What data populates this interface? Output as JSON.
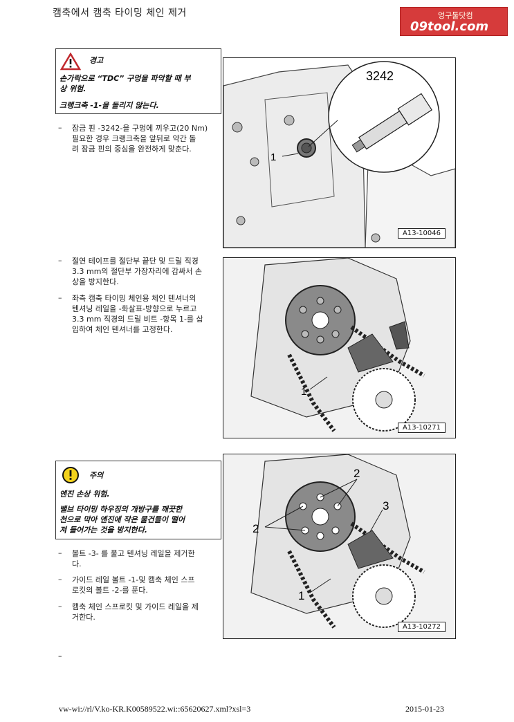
{
  "header": {
    "title": "캠축에서 캠축 타이밍 체인 제거",
    "logo_top": "엉구툴닷컴",
    "logo_main": "09tool.com"
  },
  "warning": {
    "heading": "경고",
    "line1": "손가락으로 “TDC” 구멍을 파악할 때 부",
    "line2": "상 위험.",
    "line3": "크랭크축 -1-을 돌리지 않는다."
  },
  "step1": {
    "line1": "잠금 핀 -3242-을 구멍에 끼우고(20 Nm)",
    "line2": "필요한 경우 크랭크축을 앞뒤로 약간 돌",
    "line3": "려 잠금 핀의 중심을 완전하게 맞춘다."
  },
  "step2": {
    "line1": "절연 테이프를 절단부 끝단 및 드릴 직경",
    "line2": "3.3 mm의 절단부 가장자리에 감싸서 손",
    "line3": "상을 방지한다."
  },
  "step3": {
    "line1": "좌측 캠축 타이밍 체인용 체인 텐셔너의",
    "line2": "텐셔닝 레일을 -화살표-방향으로 누르고",
    "line3": "3.3 mm 직경의 드릴 비트 -항목 1-를 삽",
    "line4": "입하여 체인 텐셔너를 고정한다."
  },
  "caution": {
    "heading": "주의",
    "line1": "엔진 손상 위험.",
    "line2": "밸브 타이밍 하우징의 개방구를 깨끗한",
    "line3": "천으로 막아 엔진에 작은 물건들이 떨어",
    "line4": "져 들어가는 것을 방지한다."
  },
  "step4": {
    "line1": "볼트 -3- 를 풀고 텐셔닝 레일을 제거한",
    "line2": "다."
  },
  "step5": {
    "line1": "가이드 레일 볼트 -1-및 캠축 체인 스프",
    "line2": "로킷의 볼트 -2-를 푼다."
  },
  "step6": {
    "line1": "캠축 체인 스프로킷 및 가이드 레일을 제",
    "line2": "거한다."
  },
  "dash": "–",
  "figures": {
    "fig1": {
      "label": "A13-10046",
      "callout_tool": "3242",
      "callout_1": "1"
    },
    "fig2": {
      "label": "A13-10271",
      "callout_1": "1"
    },
    "fig3": {
      "label": "A13-10272",
      "callout_1": "1",
      "callout_2a": "2",
      "callout_2b": "2",
      "callout_3": "3"
    }
  },
  "footer": {
    "path": "vw-wi://rl/V.ko-KR.K00589522.wi::65620627.xml?xsl=3",
    "date": "2015-01-23"
  },
  "colors": {
    "logo_bg": "#d63b3b",
    "warning_icon": "#c0282d",
    "caution_icon": "#f3d21c"
  }
}
